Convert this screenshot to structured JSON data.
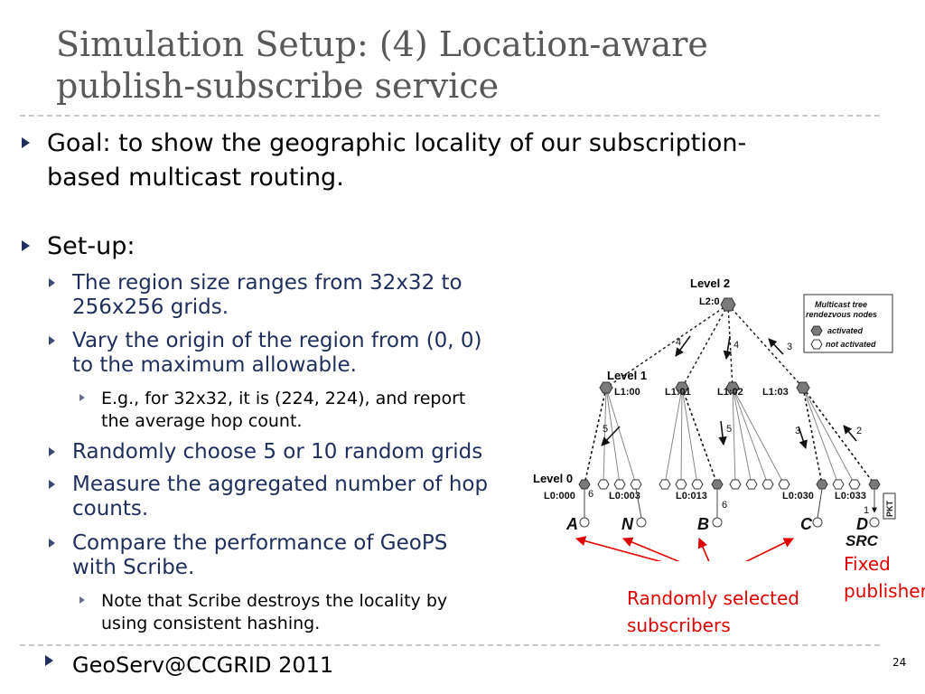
{
  "slide": {
    "title_line1": "Simulation Setup: (4) Location-aware",
    "title_line2": "publish-subscribe service",
    "goal_line1": "Goal: to show the geographic locality of our subscription-",
    "goal_line2": "based multicast routing.",
    "setup": "Set-up:",
    "sub1_line1": "The region size ranges from 32x32 to",
    "sub1_line2": "256x256 grids.",
    "sub2_line1": "Vary the origin of the region from (0, 0)",
    "sub2_line2": "to the maximum allowable.",
    "sub2a_line1": "E.g., for 32x32, it is (224, 224), and report",
    "sub2a_line2": "the average hop count.",
    "sub3": "Randomly choose 5 or 10 random grids",
    "sub4_line1": "Measure the aggregated number of hop",
    "sub4_line2": "counts.",
    "sub5_line1": "Compare the performance of GeoPS",
    "sub5_line2": "with Scribe.",
    "sub5a_line1": "Note that Scribe destroys the locality by",
    "sub5a_line2": "using consistent hashing.",
    "footer": "GeoServ@CCGRID 2011",
    "page_number": "24"
  },
  "diagram": {
    "level2_label": "Level 2",
    "level2_node": "L2:0",
    "level1_label": "Level 1",
    "level1_nodes": [
      "L1:00",
      "L1:01",
      "L1:02",
      "L1:03"
    ],
    "level0_label": "Level 0",
    "level0_nodes": [
      "L0:000",
      "L0:003",
      "L0:013",
      "L0:030",
      "L0:033"
    ],
    "legend_title_line1": "Multicast tree",
    "legend_title_line2": "rendezvous nodes",
    "legend_activated": "activated",
    "legend_not_activated": "not activated",
    "hop_labels": [
      "4",
      "4",
      "3",
      "5",
      "5",
      "3",
      "2",
      "6",
      "6",
      "1"
    ],
    "endpoint_labels": [
      "A",
      "N",
      "B",
      "C",
      "D"
    ],
    "src_label": "SRC",
    "pkt_label": "PKT",
    "colors": {
      "activated": "#7a7a7a",
      "not_activated": "#ffffff",
      "annotation": "#e00000"
    }
  },
  "annotations": {
    "fixed_line1": "Fixed",
    "fixed_line2": "publisher",
    "subs_line1": "Randomly selected",
    "subs_line2": "subscribers"
  }
}
